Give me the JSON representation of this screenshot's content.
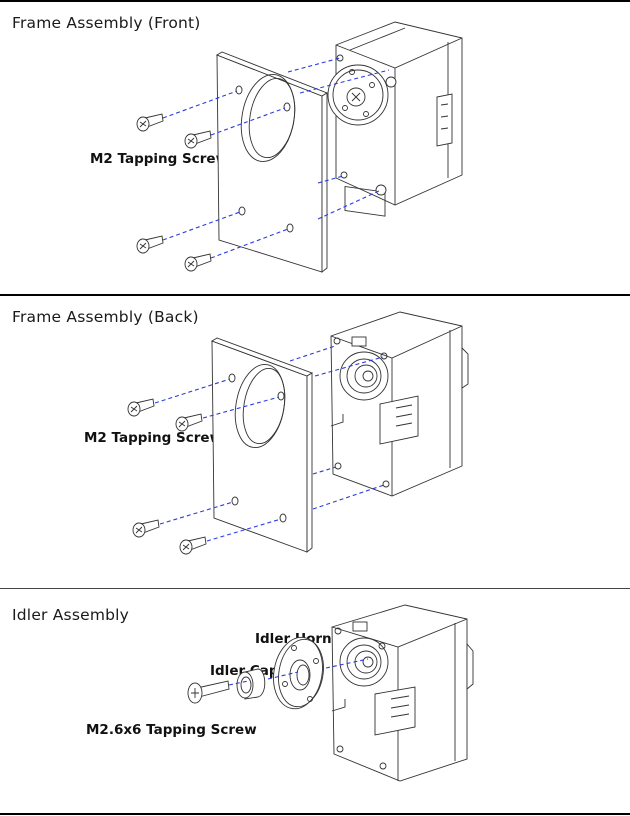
{
  "sections": [
    {
      "title": "Frame Assembly (Front)",
      "labels": {
        "screw": "M2 Tapping Screw"
      },
      "parts": [
        "m2-tapping-screw",
        "frame-plate",
        "servo-actuator"
      ]
    },
    {
      "title": "Frame Assembly (Back)",
      "labels": {
        "screw": "M2 Tapping Screw"
      },
      "parts": [
        "m2-tapping-screw",
        "frame-plate",
        "servo-actuator"
      ]
    },
    {
      "title": "Idler Assembly",
      "labels": {
        "horn": "Idler Horn",
        "cap": "Idler Cap",
        "screw": "M2.6x6 Tapping Screw"
      },
      "parts": [
        "m2.6x6-tapping-screw",
        "idler-cap",
        "idler-horn",
        "servo-actuator"
      ]
    }
  ],
  "colors": {
    "guide_line": "#2b3be0",
    "line_art": "#333333",
    "divider": "#000000"
  }
}
